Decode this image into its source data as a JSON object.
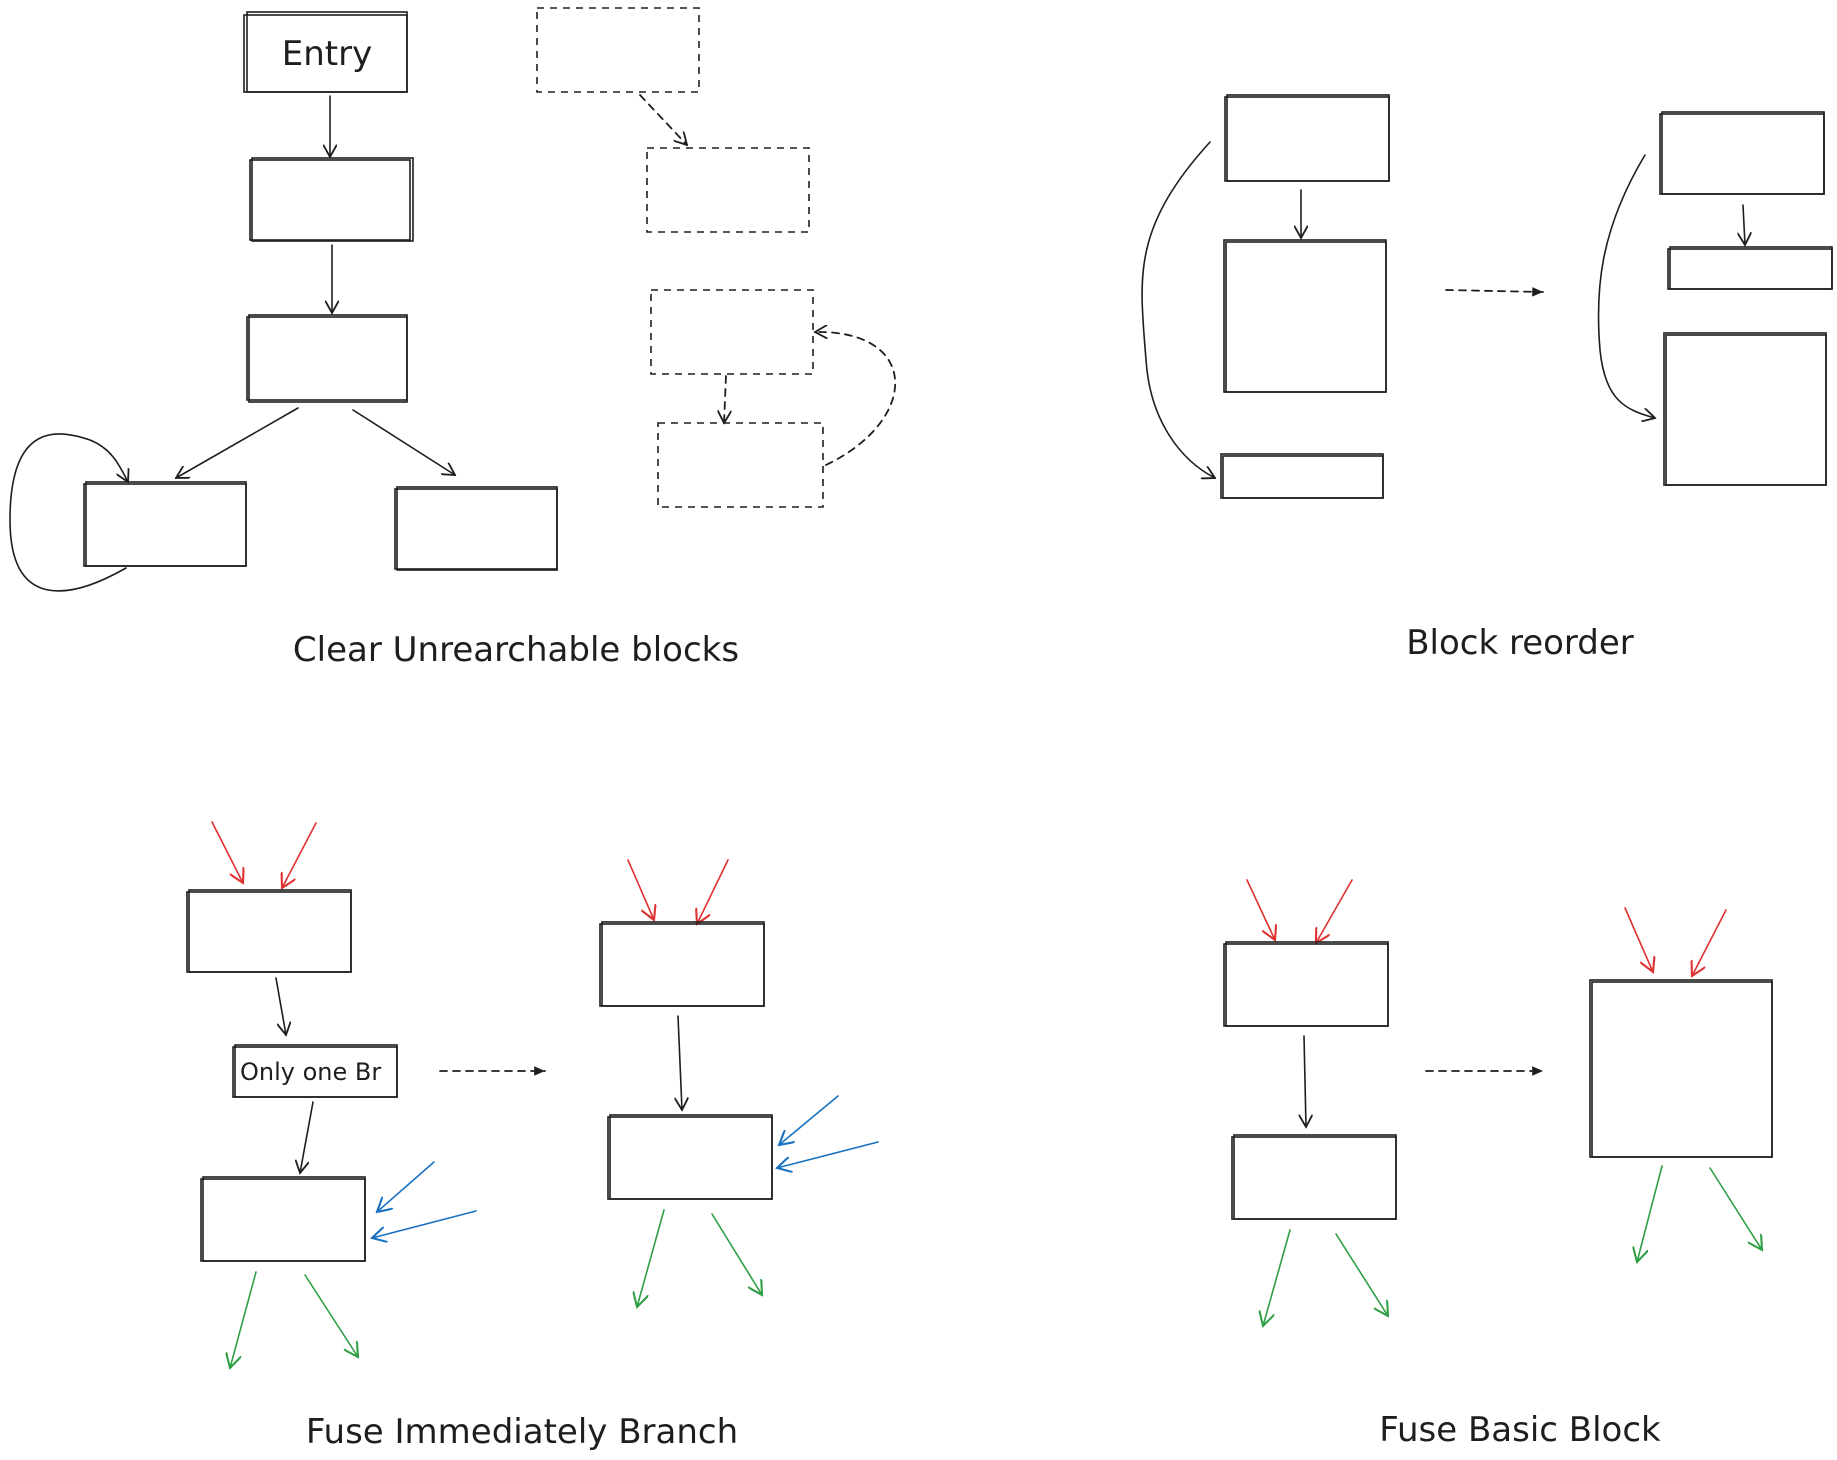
{
  "colors": {
    "stroke": "#1e1e1e",
    "incoming": "#e03131",
    "side_incoming": "#1971c2",
    "outgoing": "#2f9e44",
    "background": "#ffffff"
  },
  "panels": {
    "clear_unreachable": {
      "caption": "Clear Unrearchable blocks",
      "entry_label": "Entry"
    },
    "block_reorder": {
      "caption": "Block reorder"
    },
    "fuse_immediately_branch": {
      "caption": "Fuse Immediately Branch",
      "branch_block_label": "Only one Br"
    },
    "fuse_basic_block": {
      "caption": "Fuse Basic Block"
    }
  }
}
